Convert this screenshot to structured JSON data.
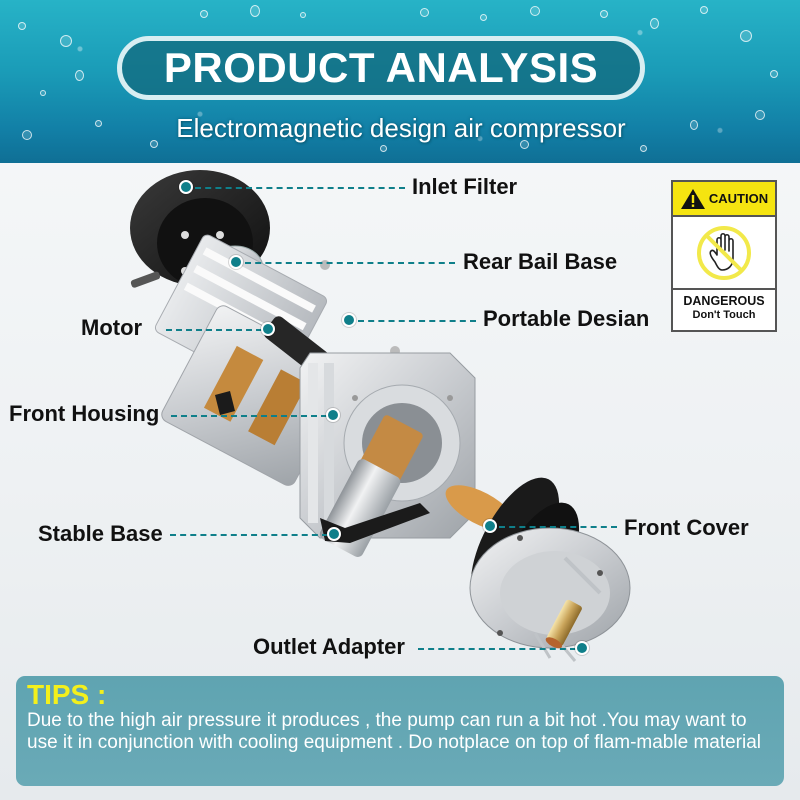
{
  "header": {
    "title": "PRODUCT ANALYSIS",
    "subtitle": "Electromagnetic design air compressor"
  },
  "diagram": {
    "labels": [
      {
        "id": "inlet-filter",
        "text": "Inlet Filter"
      },
      {
        "id": "rear-bail-base",
        "text": "Rear Bail Base"
      },
      {
        "id": "portable-design",
        "text": "Portable Desian"
      },
      {
        "id": "motor",
        "text": "Motor"
      },
      {
        "id": "front-housing",
        "text": "Front Housing"
      },
      {
        "id": "stable-base",
        "text": "Stable Base"
      },
      {
        "id": "front-cover",
        "text": "Front Cover"
      },
      {
        "id": "outlet-adapter",
        "text": "Outlet Adapter"
      }
    ],
    "leader_color": "#0f7f8a"
  },
  "caution_sign": {
    "heading": "CAUTION",
    "icon": "no-touch-hand-icon",
    "line1": "DANGEROUS",
    "line2": "Don't Touch",
    "header_color": "#f5e410"
  },
  "tips": {
    "heading": "TIPS :",
    "text": "Due to the high air pressure it produces , the pump can run a bit hot .You may want to use it in conjunction with cooling equipment . Do notplace on top of flam-mable material",
    "heading_color": "#f3f01c",
    "background_color": "#62a6b3"
  }
}
